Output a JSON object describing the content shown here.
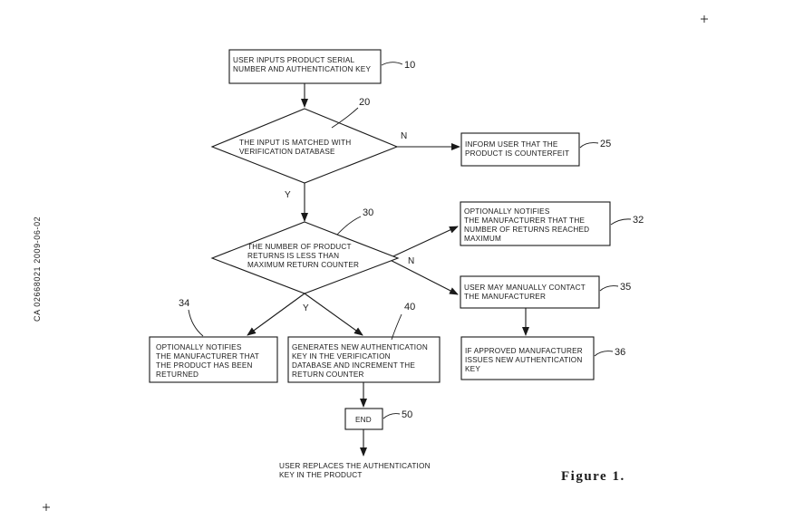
{
  "diagram": {
    "side_text": "CA 02668021 2009-06-02",
    "figure_caption": "Figure 1.",
    "nodes": {
      "n10": {
        "lines": [
          "USER INPUTS PRODUCT SERIAL",
          "NUMBER AND AUTHENTICATION KEY"
        ],
        "ref": "10"
      },
      "n20": {
        "lines": [
          "THE INPUT IS MATCHED WITH",
          "VERIFICATION DATABASE"
        ],
        "ref": "20"
      },
      "n25": {
        "lines": [
          "INFORM USER THAT THE",
          "PRODUCT IS COUNTERFEIT"
        ],
        "ref": "25"
      },
      "n30": {
        "lines": [
          "THE NUMBER OF PRODUCT",
          "RETURNS IS LESS THAN",
          "MAXIMUM RETURN COUNTER"
        ],
        "ref": "30"
      },
      "n32": {
        "lines": [
          "OPTIONALLY NOTIFIES",
          "THE MANUFACTURER THAT THE",
          "NUMBER OF RETURNS REACHED",
          "MAXIMUM"
        ],
        "ref": "32"
      },
      "n34": {
        "lines": [
          "OPTIONALLY NOTIFIES",
          "THE MANUFACTURER THAT",
          "THE PRODUCT HAS BEEN",
          "RETURNED"
        ],
        "ref": "34"
      },
      "n35": {
        "lines": [
          "USER MAY MANUALLY CONTACT",
          "THE MANUFACTURER"
        ],
        "ref": "35"
      },
      "n36": {
        "lines": [
          "IF APPROVED MANUFACTURER",
          "ISSUES NEW AUTHENTICATION",
          "KEY"
        ],
        "ref": "36"
      },
      "n40": {
        "lines": [
          "GENERATES NEW AUTHENTICATION",
          "KEY IN THE VERIFICATION",
          "DATABASE AND INCREMENT THE",
          "RETURN COUNTER"
        ],
        "ref": "40"
      },
      "n50": {
        "lines": [
          "END"
        ],
        "ref": "50"
      },
      "final": {
        "lines": [
          "USER REPLACES THE AUTHENTICATION",
          "KEY IN THE PRODUCT"
        ]
      }
    },
    "branch_labels": {
      "n20_no": "N",
      "n20_yes": "Y",
      "n30_no": "N",
      "n30_yes": "Y"
    }
  }
}
